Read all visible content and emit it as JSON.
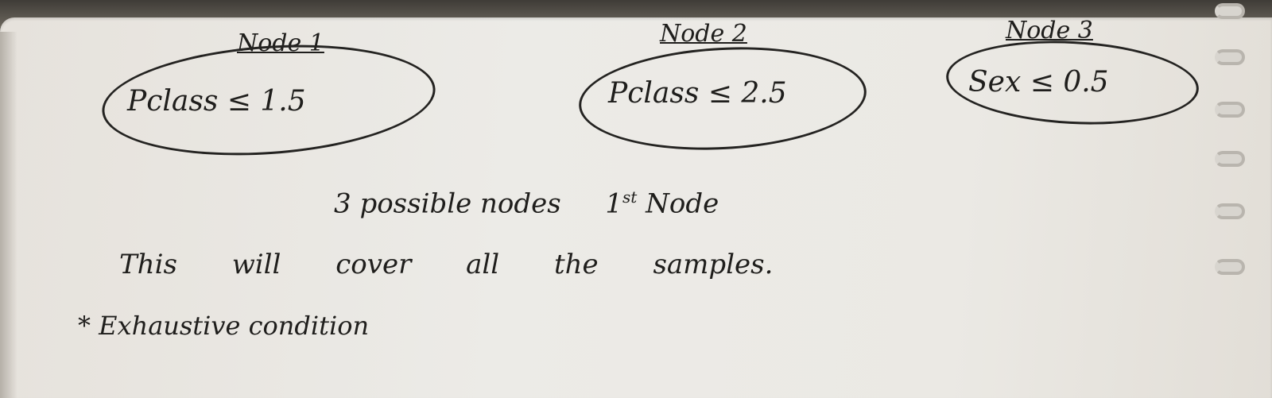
{
  "nodes": [
    {
      "title": "Node 1",
      "condition": "Pclass ≤ 1.5"
    },
    {
      "title": "Node 2",
      "condition": "Pclass ≤ 2.5"
    },
    {
      "title": "Node 3",
      "condition": "Sex ≤ 0.5"
    }
  ],
  "notes": {
    "line1_lead": "3 possible nodes",
    "line1_tail_base": "1",
    "line1_tail_sup": "st",
    "line1_tail_word": "Node",
    "line2": "This will cover all the samples.",
    "line3": "* Exhaustive condition"
  }
}
